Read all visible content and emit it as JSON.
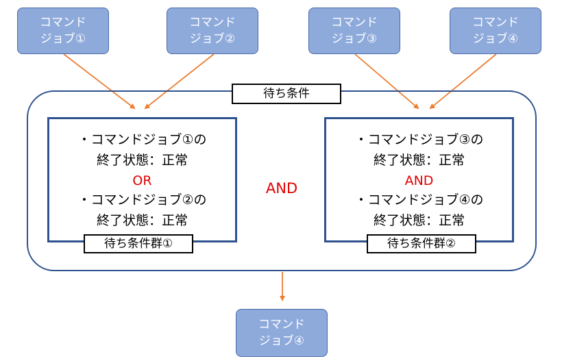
{
  "jobs_top": [
    {
      "line1": "コマンド",
      "line2": "ジョブ①"
    },
    {
      "line1": "コマンド",
      "line2": "ジョブ②"
    },
    {
      "line1": "コマンド",
      "line2": "ジョブ③"
    },
    {
      "line1": "コマンド",
      "line2": "ジョブ④"
    }
  ],
  "wait_condition": {
    "label": "待ち条件",
    "operator": "AND"
  },
  "group1": {
    "label": "待ち条件群①",
    "cond1_line1": "・コマンドジョブ①の",
    "cond1_line2": "終了状態：正常",
    "operator": "OR",
    "cond2_line1": "・コマンドジョブ②の",
    "cond2_line2": "終了状態：正常"
  },
  "group2": {
    "label": "待ち条件群②",
    "cond1_line1": "・コマンドジョブ③の",
    "cond1_line2": "終了状態：正常",
    "operator": "AND",
    "cond2_line1": "・コマンドジョブ④の",
    "cond2_line2": "終了状態：正常"
  },
  "job_bottom": {
    "line1": "コマンド",
    "line2": "ジョブ④"
  },
  "colors": {
    "job_fill": "#8eaadb",
    "border": "#2f528f",
    "arrow": "#ed7d31",
    "operator": "#e00000"
  }
}
